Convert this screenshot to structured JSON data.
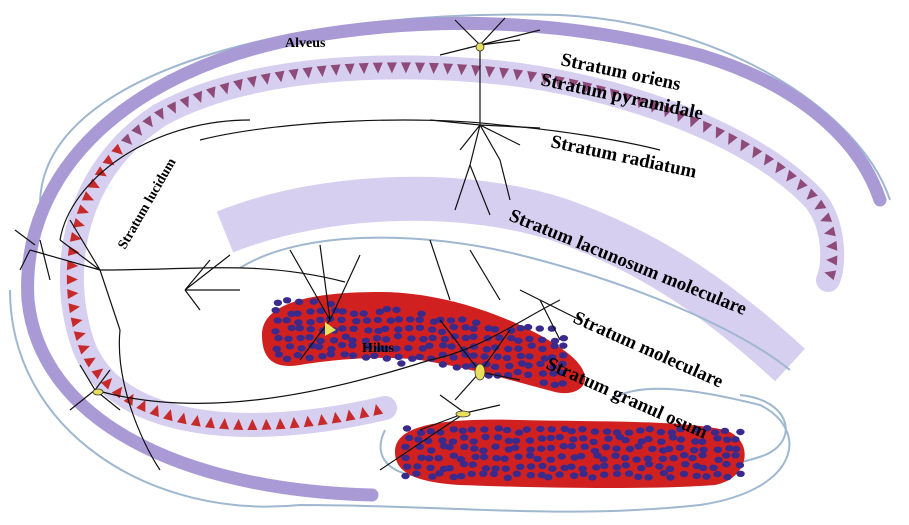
{
  "labels": {
    "alveus": "Alveus",
    "stratum_oriens": "Stratum oriens",
    "stratum_pyramidale": "Stratum pyramidale",
    "stratum_radiatum": "Stratum radiatum",
    "stratum_lucidum": "Stratum lucidum",
    "stratum_lacunosum_moleculare": "Stratum lacunosum moleculare",
    "stratum_moleculare": "Stratum moleculare",
    "stratum_granulosum": "Stratum granul osum",
    "hilus": "Hilus"
  },
  "colors": {
    "alveus": "#a99ad6",
    "pale_layer": "#d6cff0",
    "pyramid_triangle": "#8e4a78",
    "pyramid_triangle_ca3": "#c62a2a",
    "granule_layer": "#d12020",
    "granule_cell": "#3a2a8c",
    "outline": "#9fb7cf",
    "neuron_soma": "#e8e05a"
  }
}
